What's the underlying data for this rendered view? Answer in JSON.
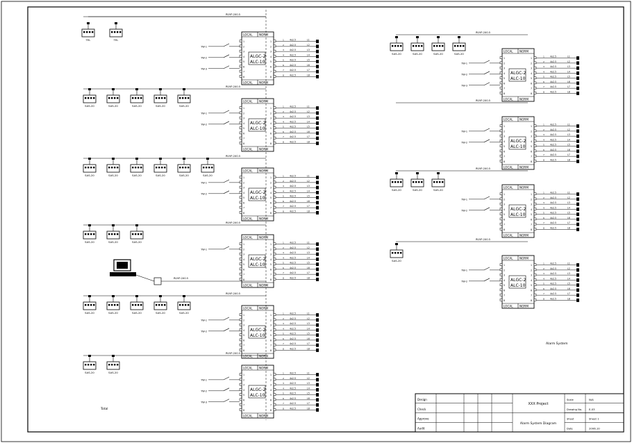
{
  "drawing": {
    "left_modules": [
      {
        "bus_label": "RVVP-2X0.5",
        "devices": [],
        "inputs": [
          "YW-1",
          "YW-2",
          "YW-3"
        ],
        "module_line1": "ALGC-2",
        "module_line2": "ALC-10",
        "top_left_label": "LOCAL",
        "top_right_label": "NORM",
        "bottom_left_label": "LOCAL",
        "bottom_right_label": "NORM",
        "outputs": [
          "4x2.5",
          "4x2.5",
          "4x2.5",
          "4x2.5",
          "4x2.5",
          "4x2.5",
          "4x2.5",
          "4x2.5"
        ],
        "output_tags": [
          "L1",
          "L2",
          "L3",
          "L4",
          "L5",
          "L6",
          "L7",
          "L8"
        ]
      },
      {
        "bus_label": "RVVP-2X0.5",
        "devices": [
          "SAS-20",
          "SAS-20",
          "SAS-20",
          "SAS-20",
          "SAS-20"
        ],
        "inputs": [
          "YW-1",
          "YW-2"
        ],
        "module_line1": "ALGC-2",
        "module_line2": "ALC-10",
        "top_left_label": "LOCAL",
        "top_right_label": "NORM",
        "bottom_left_label": "LOCAL",
        "bottom_right_label": "NORM",
        "outputs": [
          "4x2.5",
          "4x2.5",
          "4x2.5",
          "4x2.5",
          "4x2.5",
          "4x2.5",
          "4x2.5",
          "4x2.5"
        ],
        "output_tags": [
          "L1",
          "L2",
          "L3",
          "L4",
          "L5",
          "L6",
          "L7",
          "L8"
        ]
      },
      {
        "bus_label": "RVVP-2X0.5",
        "devices": [
          "SAS-20",
          "SAS-20",
          "SAS-20",
          "SAS-20",
          "SAS-20",
          "SAS-20"
        ],
        "inputs": [
          "YW-1",
          "YW-2"
        ],
        "module_line1": "ALGC-2",
        "module_line2": "ALC-10",
        "top_left_label": "LOCAL",
        "top_right_label": "NORM",
        "bottom_left_label": "LOCAL",
        "bottom_right_label": "NORM",
        "outputs": [
          "4x2.5",
          "4x2.5",
          "4x2.5",
          "4x2.5",
          "4x2.5",
          "4x2.5",
          "4x2.5",
          "4x2.5"
        ],
        "output_tags": [
          "L1",
          "L2",
          "L3",
          "L4",
          "L5",
          "L6",
          "L7",
          "L8"
        ]
      },
      {
        "bus_label": "RVVP-2X0.5",
        "devices": [
          "SAS-20",
          "SAS-20",
          "SAS-20"
        ],
        "inputs": [
          "YW-1"
        ],
        "module_line1": "ALGC-2",
        "module_line2": "ALC-10",
        "top_left_label": "LOCAL",
        "top_right_label": "NORM",
        "bottom_left_label": "LOCAL",
        "bottom_right_label": "NORM",
        "outputs": [
          "4x2.5",
          "4x2.5",
          "4x2.5",
          "4x2.5",
          "4x2.5",
          "4x2.5",
          "4x2.5",
          "4x2.5"
        ],
        "output_tags": [
          "L1",
          "L2",
          "L3",
          "L4",
          "L5",
          "L6",
          "L7",
          "L8"
        ]
      },
      {
        "bus_label": "RVVP-2X0.5",
        "devices": [
          "SAS-20",
          "SAS-20",
          "SAS-20",
          "SAS-20",
          "SAS-20"
        ],
        "inputs": [
          "YW-1",
          "YW-2"
        ],
        "module_line1": "ALGC-2",
        "module_line2": "ALC-10",
        "top_left_label": "LOCAL",
        "top_right_label": "NORM",
        "bottom_left_label": "LOCAL",
        "bottom_right_label": "NORM",
        "outputs": [
          "4x2.5",
          "4x2.5",
          "4x2.5",
          "4x2.5",
          "4x2.5",
          "4x2.5",
          "4x2.5",
          "4x2.5"
        ],
        "output_tags": [
          "L1",
          "L2",
          "L3",
          "L4",
          "L5",
          "L6",
          "L7",
          "L8"
        ]
      },
      {
        "bus_label": "RVVP-2X0.5",
        "devices": [
          "SAS-20",
          "SAS-20"
        ],
        "inputs": [
          "YW-1",
          "YW-2",
          "YW-3"
        ],
        "module_line1": "ALGC-2",
        "module_line2": "ALC-10",
        "top_left_label": "LOCAL",
        "top_right_label": "NORM",
        "bottom_left_label": "LOCAL",
        "bottom_right_label": "NORM",
        "outputs": [
          "4x2.5",
          "4x2.5",
          "4x2.5",
          "4x2.5",
          "4x2.5",
          "4x2.5",
          "4x2.5",
          "4x2.5"
        ],
        "output_tags": [
          "L1",
          "L2",
          "L3",
          "L4",
          "L5",
          "L6",
          "L7",
          "L8"
        ]
      }
    ],
    "right_modules": [
      {
        "bus_label": "RVVP-2X0.5",
        "devices": [
          "SAS-20",
          "SAS-20",
          "SAS-20",
          "SAS-20"
        ],
        "inputs": [
          "YW-1",
          "YW-2",
          "YW-3"
        ],
        "module_line1": "ALGC-2",
        "module_line2": "ALC-10",
        "top_left_label": "LOCAL",
        "top_right_label": "NORM",
        "bottom_left_label": "LOCAL",
        "bottom_right_label": "NORM",
        "outputs": [
          "4x2.5",
          "4x2.5",
          "4x2.5",
          "4x2.5",
          "4x2.5",
          "4x2.5",
          "4x2.5",
          "4x2.5"
        ],
        "output_tags": [
          "L1",
          "L2",
          "L3",
          "L4",
          "L5",
          "L6",
          "L7",
          "L8"
        ]
      },
      {
        "bus_label": "RVVP-2X0.5",
        "devices": [],
        "inputs": [
          "YW-1",
          "YW-2"
        ],
        "module_line1": "ALGC-2",
        "module_line2": "ALC-10",
        "top_left_label": "LOCAL",
        "top_right_label": "NORM",
        "bottom_left_label": "LOCAL",
        "bottom_right_label": "NORM",
        "outputs": [
          "4x2.5",
          "4x2.5",
          "4x2.5",
          "4x2.5",
          "4x2.5",
          "4x2.5",
          "4x2.5",
          "4x2.5"
        ],
        "output_tags": [
          "L1",
          "L2",
          "L3",
          "L4",
          "L5",
          "L6",
          "L7",
          "L8"
        ]
      },
      {
        "bus_label": "RVVP-2X0.5",
        "devices": [
          "SAS-20",
          "SAS-20",
          "SAS-20"
        ],
        "inputs": [
          "YW-1",
          "YW-2"
        ],
        "module_line1": "ALGC-2",
        "module_line2": "ALC-10",
        "top_left_label": "LOCAL",
        "top_right_label": "NORM",
        "bottom_left_label": "LOCAL",
        "bottom_right_label": "NORM",
        "outputs": [
          "4x2.5",
          "4x2.5",
          "4x2.5",
          "4x2.5",
          "4x2.5",
          "4x2.5",
          "4x2.5",
          "4x2.5"
        ],
        "output_tags": [
          "L1",
          "L2",
          "L3",
          "L4",
          "L5",
          "L6",
          "L7",
          "L8"
        ]
      },
      {
        "bus_label": "RVVP-2X0.5",
        "devices": [
          "SAS-20"
        ],
        "inputs": [
          "YW-1",
          "YW-2"
        ],
        "module_line1": "ALGC-2",
        "module_line2": "ALC-10",
        "top_left_label": "LOCAL",
        "top_right_label": "NORM",
        "bottom_left_label": "LOCAL",
        "bottom_right_label": "NORM",
        "outputs": [
          "4x2.5",
          "4x2.5",
          "4x2.5",
          "4x2.5",
          "4x2.5",
          "4x2.5",
          "4x2.5",
          "4x2.5"
        ],
        "output_tags": [
          "L1",
          "L2",
          "L3",
          "L4",
          "L5",
          "L6",
          "L7",
          "L8"
        ]
      }
    ],
    "top_left_devices": [
      "TEL",
      "TEL"
    ],
    "computer_label": "RVVP-2X0.5",
    "bottom_note": "Total",
    "right_note": "Alarm System",
    "title_block": {
      "project": "XXX Project",
      "drawing_name": "Alarm System Diagram",
      "row_labels": [
        "Design",
        "Check",
        "Approve",
        "Audit"
      ],
      "col_labels": [
        "Scale",
        "Drawing No.",
        "Sheet",
        "Date"
      ],
      "values": [
        "N/A",
        "E-03",
        "Sheet 1",
        "2006.10"
      ]
    }
  }
}
